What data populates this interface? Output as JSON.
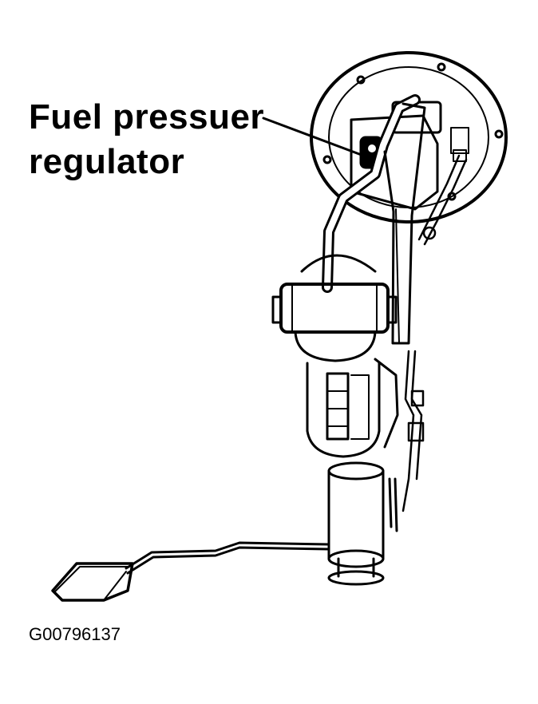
{
  "callout": {
    "line1": "Fuel pressuer",
    "line2": "regulator"
  },
  "figure_id": "G00796137",
  "colors": {
    "ink": "#000000",
    "paper": "#ffffff"
  }
}
